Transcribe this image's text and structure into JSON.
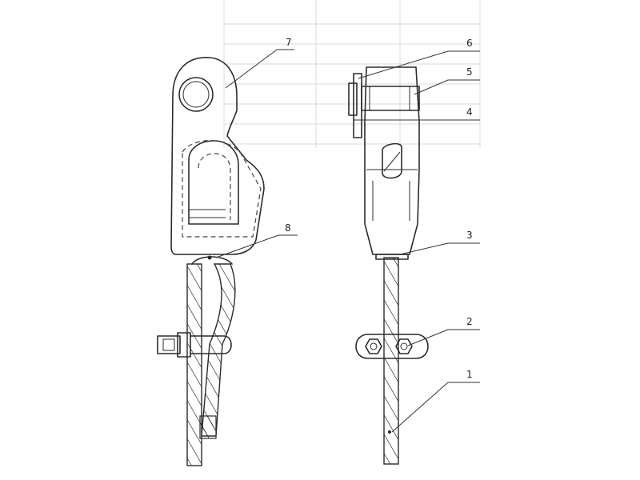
{
  "callouts": [
    {
      "number": "7"
    },
    {
      "number": "8"
    },
    {
      "number": "6"
    },
    {
      "number": "5"
    },
    {
      "number": "4"
    },
    {
      "number": "3"
    },
    {
      "number": "2"
    },
    {
      "number": "1"
    }
  ],
  "colors": {
    "line": "#2b2b2b",
    "background": "#ffffff",
    "faint_table": "#d9d9d9"
  }
}
